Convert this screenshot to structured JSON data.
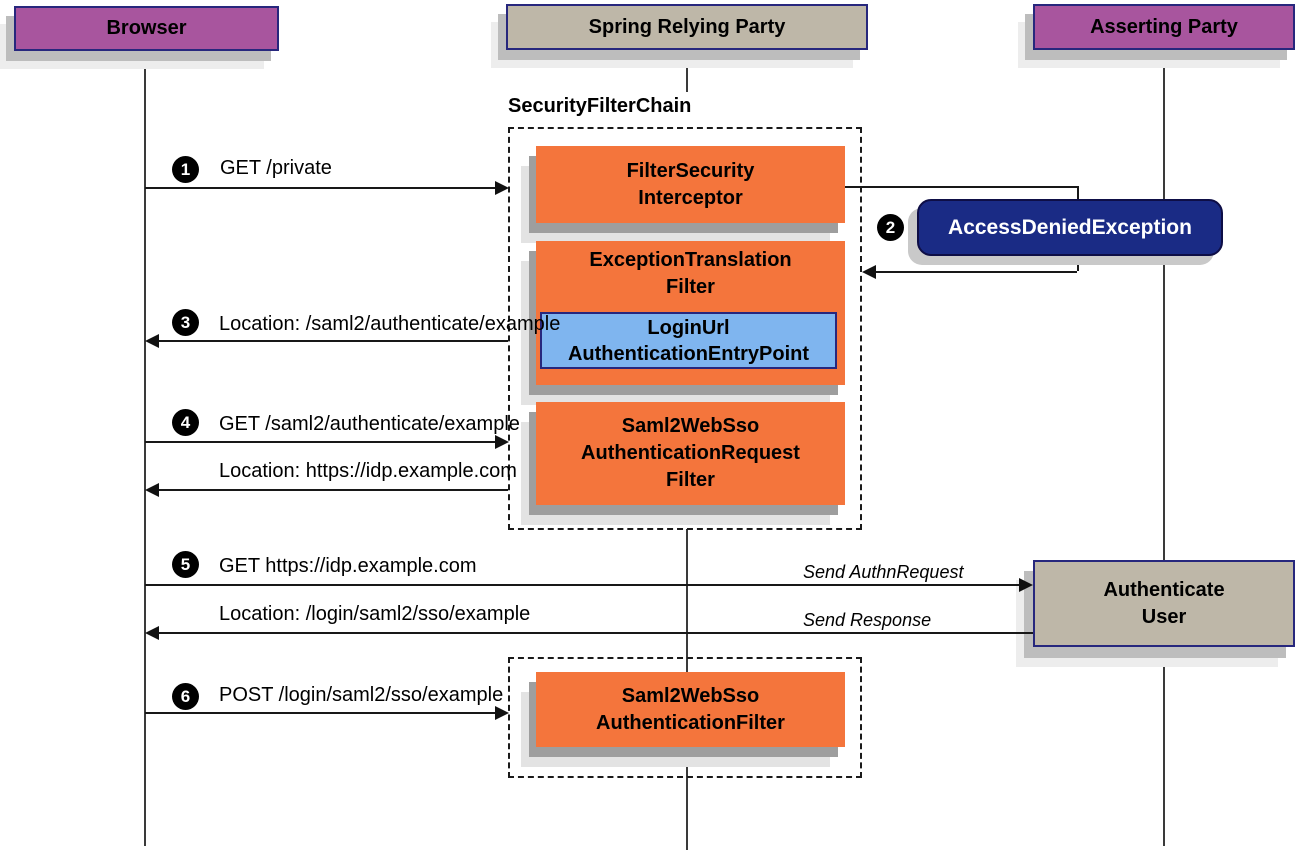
{
  "title": "SecurityFilterChain",
  "parties": [
    {
      "label": "Browser"
    },
    {
      "label": "Spring Relying Party"
    },
    {
      "label": "Asserting Party"
    }
  ],
  "filters": {
    "filter_security_interceptor": {
      "line1": "FilterSecurity",
      "line2": "Interceptor"
    },
    "exception_translation_filter": {
      "line1": "ExceptionTranslation",
      "line2": "Filter"
    },
    "login_url_entry_point": {
      "line1": "LoginUrl",
      "line2": "AuthenticationEntryPoint"
    },
    "saml2_authn_request_filter": {
      "line1": "Saml2WebSso",
      "line2": "AuthenticationRequest",
      "line3": "Filter"
    },
    "saml2_authentication_filter": {
      "line1": "Saml2WebSso",
      "line2": "AuthenticationFilter"
    }
  },
  "callouts": {
    "access_denied_exception": "AccessDeniedException",
    "authenticate_user": {
      "line1": "Authenticate",
      "line2": "User"
    }
  },
  "steps": {
    "s1": {
      "num": "1",
      "label": "GET /private"
    },
    "s2": {
      "num": "2"
    },
    "s3": {
      "num": "3",
      "label": "Location: /saml2/authenticate/example"
    },
    "s4": {
      "num": "4",
      "label": "GET /saml2/authenticate/example",
      "return_label": "Location: https://idp.example.com"
    },
    "s5": {
      "num": "5",
      "label": "GET https://idp.example.com",
      "note": "Send AuthnRequest",
      "return_label": "Location: /login/saml2/sso/example",
      "return_note": "Send Response"
    },
    "s6": {
      "num": "6",
      "label": "POST /login/saml2/sso/example"
    }
  },
  "colors": {
    "party_purple": "#A8559E",
    "party_tan": "#BEB7A8",
    "filter_orange": "#F4753C",
    "entry_point_blue": "#7FB5EF",
    "exception_navy": "#1A2B85",
    "border_navy": "#27277D"
  }
}
